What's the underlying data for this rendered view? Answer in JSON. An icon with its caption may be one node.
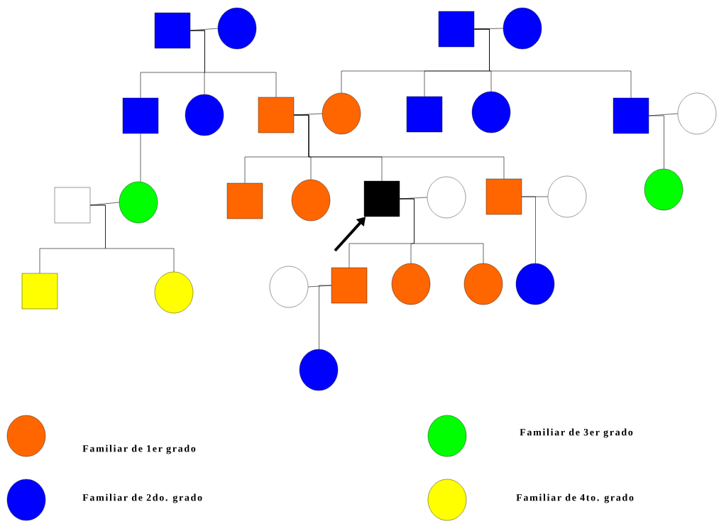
{
  "diagram": {
    "nodes": [
      {
        "text": [],
        "shape": "box"
      },
      {
        "text": [],
        "shape": "circle"
      },
      {
        "text": [],
        "shape": "box"
      },
      {
        "text": [],
        "shape": "circle"
      },
      {
        "text": [],
        "shape": "box"
      },
      {
        "text": [],
        "shape": "circle"
      },
      {
        "text": [],
        "shape": "box"
      },
      {
        "text": [],
        "shape": "circle"
      },
      {
        "text": [],
        "shape": "box"
      },
      {
        "text": [],
        "shape": "circle"
      },
      {
        "text": [],
        "shape": "box"
      },
      {
        "text": [],
        "shape": "circle"
      },
      {
        "text": [],
        "shape": "box"
      },
      {
        "text": [],
        "shape": "circle"
      },
      {
        "text": [],
        "shape": "box"
      },
      {
        "text": [],
        "shape": "circle"
      },
      {
        "text": [],
        "shape": "box"
      },
      {
        "text": [],
        "shape": "circle"
      },
      {
        "text": [],
        "shape": "box"
      },
      {
        "text": [],
        "shape": "circle"
      },
      {
        "text": [],
        "shape": "circle"
      },
      {
        "text": [],
        "shape": "box"
      },
      {
        "text": [],
        "shape": "circle"
      },
      {
        "text": [],
        "shape": "circle"
      },
      {
        "text": [],
        "shape": "box"
      },
      {
        "text": [],
        "shape": "circle"
      },
      {
        "text": [],
        "shape": "circle"
      },
      {
        "text": [],
        "shape": "circle"
      },
      {
        "text": [],
        "shape": "circle"
      }
    ],
    "edges": [
      {
        "from": 0,
        "to": 1,
        "arrow": "none"
      },
      {
        "from": 2,
        "to": 3,
        "arrow": "none"
      },
      {
        "from": 6,
        "to": 7,
        "arrow": "none"
      },
      {
        "from": 10,
        "to": 11,
        "arrow": "none"
      },
      {
        "from": 12,
        "to": 13,
        "arrow": "none"
      },
      {
        "from": 16,
        "to": 17,
        "arrow": "none"
      },
      {
        "from": 18,
        "to": 19,
        "arrow": "none"
      },
      {
        "from": 23,
        "to": 24,
        "arrow": "none"
      },
      {
        "from": 0,
        "to": 4,
        "arrow": "none"
      },
      {
        "from": 0,
        "to": 5,
        "arrow": "none"
      },
      {
        "from": 0,
        "to": 6,
        "arrow": "none"
      },
      {
        "from": 2,
        "to": 7,
        "arrow": "none"
      },
      {
        "from": 2,
        "to": 8,
        "arrow": "none"
      },
      {
        "from": 2,
        "to": 9,
        "arrow": "none"
      },
      {
        "from": 2,
        "to": 10,
        "arrow": "none"
      },
      {
        "from": 4,
        "to": 13,
        "arrow": "none"
      },
      {
        "from": 10,
        "to": 20,
        "arrow": "none"
      },
      {
        "from": 6,
        "to": 14,
        "arrow": "none"
      },
      {
        "from": 6,
        "to": 15,
        "arrow": "none"
      },
      {
        "from": 6,
        "to": 16,
        "arrow": "none"
      },
      {
        "from": 6,
        "to": 18,
        "arrow": "none"
      },
      {
        "from": 12,
        "to": 21,
        "arrow": "none"
      },
      {
        "from": 12,
        "to": 22,
        "arrow": "none"
      },
      {
        "from": 16,
        "to": 24,
        "arrow": "none"
      },
      {
        "from": 16,
        "to": 25,
        "arrow": "none"
      },
      {
        "from": 16,
        "to": 26,
        "arrow": "none"
      },
      {
        "from": 18,
        "to": 27,
        "arrow": "none"
      },
      {
        "from": 24,
        "to": 28,
        "arrow": "none"
      },
      {
        "from": null,
        "to": 16,
        "arrow": "to",
        "style": "thick"
      }
    ],
    "legend": [
      {
        "text": "Familiar de 1er grado",
        "color": "#ff6600"
      },
      {
        "text": "Familiar de 2do. grado",
        "color": "#0000ff"
      },
      {
        "text": "Familiar de 3er grado",
        "color": "#00ff00"
      },
      {
        "text": "Familiar de 4to. grado",
        "color": "#ffff00"
      }
    ]
  }
}
